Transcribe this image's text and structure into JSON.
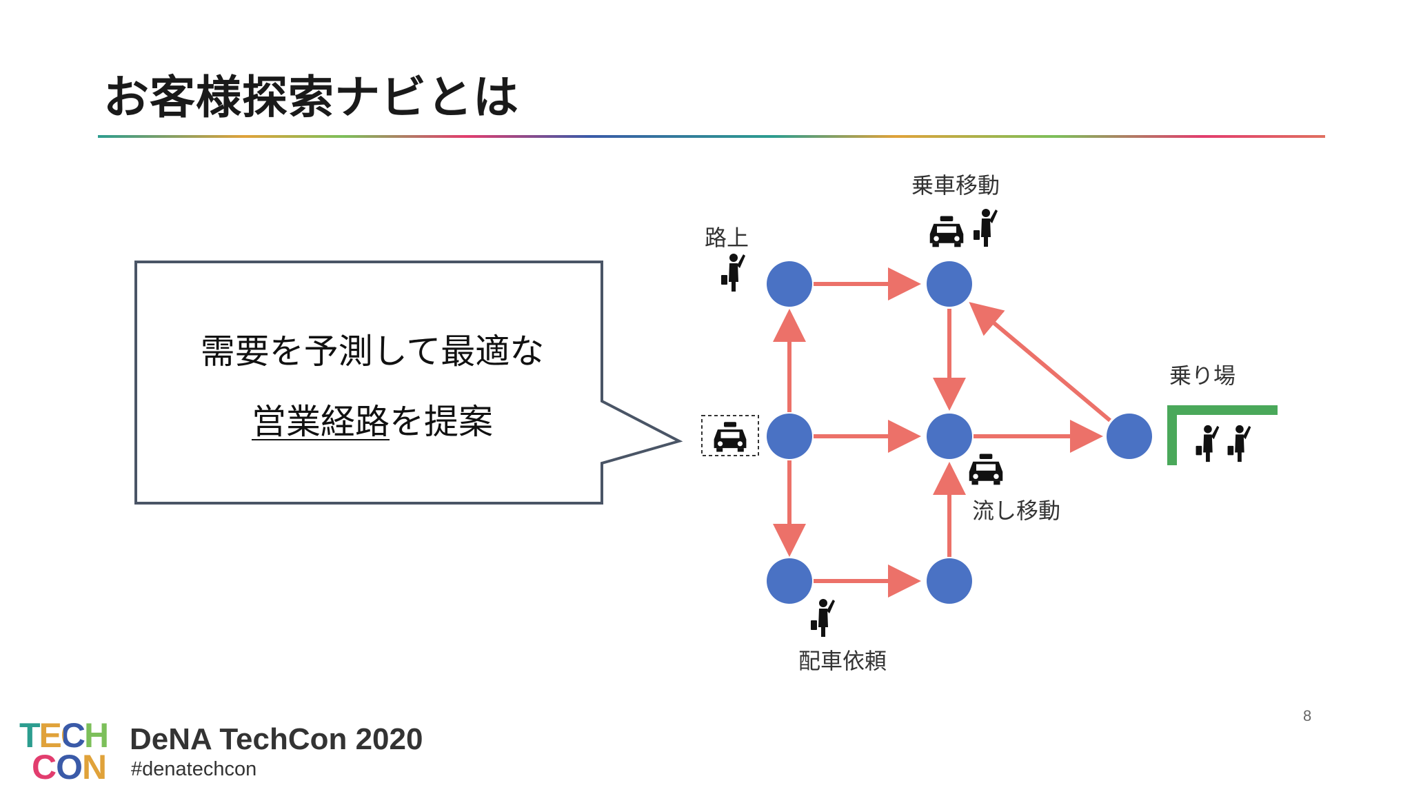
{
  "slide": {
    "title": "お客様探索ナビとは",
    "callout_line1": "需要を予測して最適な",
    "callout_line2_underlined": "営業経路",
    "callout_line2_rest": "を提案",
    "page_number": "8"
  },
  "diagram_labels": {
    "street": "路上",
    "boarding_move": "乗車移動",
    "taxi_stand": "乗り場",
    "cruising_move": "流し移動",
    "dispatch_request": "配車依頼"
  },
  "footer": {
    "event_name": "DeNA TechCon 2020",
    "hashtag": "#denatechcon",
    "logo_line1": "TECH",
    "logo_line2": "CON"
  },
  "colors": {
    "node": "#4a72c4",
    "arrow": "#ec7169",
    "stand_marker": "#4aa85a",
    "callout_border": "#4a5566"
  },
  "icons": [
    "taxi-icon",
    "passenger-hailing-icon"
  ]
}
